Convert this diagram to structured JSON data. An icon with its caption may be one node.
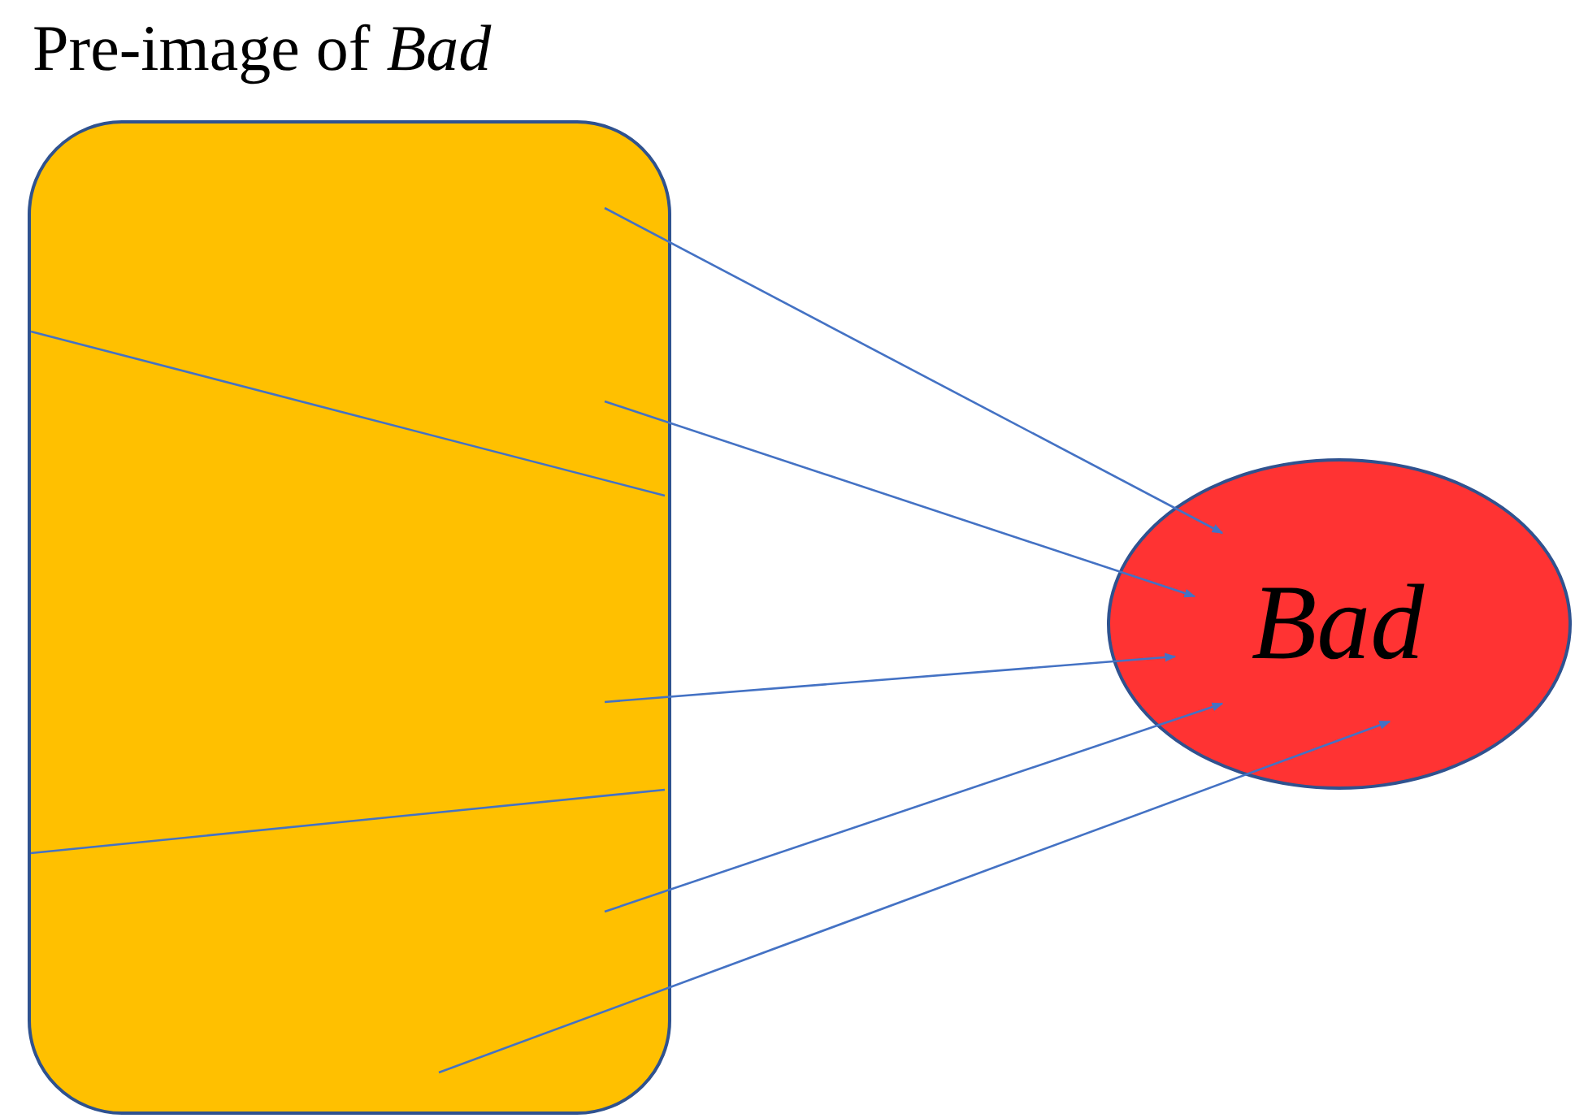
{
  "diagram": {
    "nodes": [
      {
        "text": [
          "Pre-image of *Bad*"
        ]
      },
      {
        "text": [
          "Bad"
        ]
      }
    ],
    "edges": [
      {
        "from": 0,
        "to": 1,
        "arrow": "to"
      },
      {
        "from": 0,
        "to": 1,
        "arrow": "to"
      },
      {
        "from": 0,
        "to": 1,
        "arrow": "to"
      },
      {
        "from": 0,
        "to": 1,
        "arrow": "to"
      },
      {
        "from": 0,
        "to": 1,
        "arrow": "to"
      }
    ]
  }
}
